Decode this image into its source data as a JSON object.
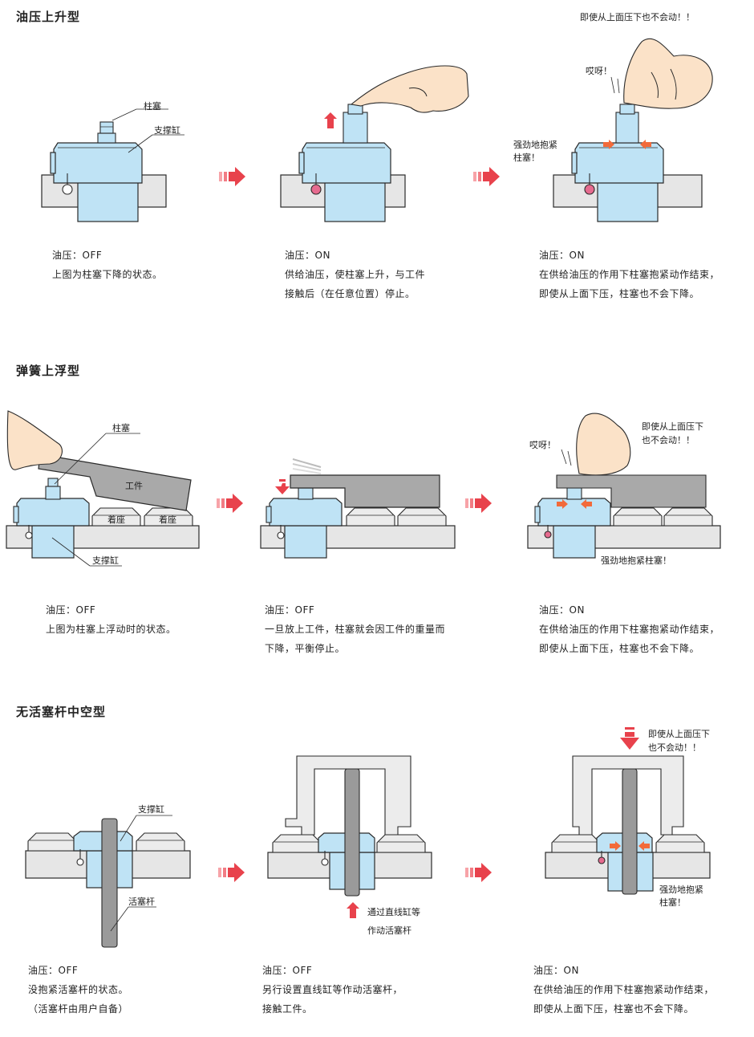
{
  "sections": [
    {
      "title": "油压上升型",
      "panels": [
        {
          "lines": [
            "油压：OFF",
            "上图为柱塞下降的状态。"
          ]
        },
        {
          "lines": [
            "油压：ON",
            "供给油压，使柱塞上升，与工件",
            "接触后（在任意位置）停止。"
          ]
        },
        {
          "lines": [
            "油压：ON",
            "在供给油压的作用下柱塞抱紧动作结束，",
            "即使从上面下压，柱塞也不会下降。"
          ]
        }
      ],
      "labels": {
        "plunger": "柱塞",
        "cylinder": "支撑缸",
        "no_drop": "即使从上面压下也不会动！！",
        "ouch": "哎呀！",
        "grip_1": "强劲地抱紧",
        "grip_2": "柱塞！"
      }
    },
    {
      "title": "弹簧上浮型",
      "panels": [
        {
          "lines": [
            "油压：OFF",
            "上图为柱塞上浮动时的状态。"
          ]
        },
        {
          "lines": [
            "油压：OFF",
            "一旦放上工件，柱塞就会因工件的重量而",
            "下降，平衡停止。"
          ]
        },
        {
          "lines": [
            "油压：ON",
            "在供给油压的作用下柱塞抱紧动作结束，",
            "即使从上面下压，柱塞也不会下降。"
          ]
        }
      ],
      "labels": {
        "plunger": "柱塞",
        "workpiece": "工件",
        "seat_1": "着座",
        "seat_2": "着座",
        "cylinder": "支撑缸",
        "ouch": "哎呀！",
        "no_drop_1": "即使从上面压下",
        "no_drop_2": "也不会动！！",
        "grip": "强劲地抱紧柱塞！"
      }
    },
    {
      "title": "无活塞杆中空型",
      "panels": [
        {
          "lines": [
            "油压：OFF",
            "没抱紧活塞杆的状态。",
            "（活塞杆由用户自备）"
          ]
        },
        {
          "lines": [
            "油压：OFF",
            "另行设置直线缸等作动活塞杆，",
            "接触工件。"
          ]
        },
        {
          "lines": [
            "油压：ON",
            "在供给油压的作用下柱塞抱紧动作结束，",
            "即使从上面下压，柱塞也不会下降。"
          ]
        }
      ],
      "labels": {
        "cylinder": "支撑缸",
        "piston_rod": "活塞杆",
        "linear_1": "通过直线缸等",
        "linear_2": "作动活塞杆",
        "no_drop_1": "即使从上面压下",
        "no_drop_2": "也不会动！！",
        "grip_1": "强劲地抱紧",
        "grip_2": "柱塞！"
      }
    }
  ],
  "colors": {
    "cylinder_fill": "#bfe3f5",
    "cylinder_stroke": "#2a2a2a",
    "plate_fill": "#e6e6e6",
    "work_fill": "#a9a9a9",
    "arrow_red": "#e8424c",
    "arrow_orange": "#f26a3a",
    "pin_pink": "#e66b8f",
    "rod_fill": "#9a9a9a"
  }
}
